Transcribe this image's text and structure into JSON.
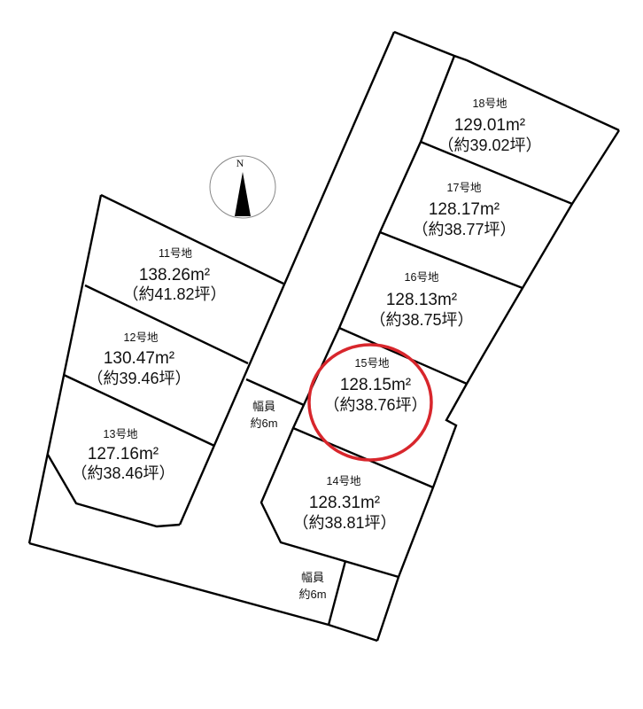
{
  "compass": {
    "label": "N"
  },
  "highlight_color": "#d8262c",
  "lots": [
    {
      "id": "18",
      "name": "18号地",
      "area": "129.01m²",
      "tsubo": "（約39.02坪）"
    },
    {
      "id": "17",
      "name": "17号地",
      "area": "128.17m²",
      "tsubo": "（約38.77坪）"
    },
    {
      "id": "16",
      "name": "16号地",
      "area": "128.13m²",
      "tsubo": "（約38.75坪）"
    },
    {
      "id": "15",
      "name": "15号地",
      "area": "128.15m²",
      "tsubo": "（約38.76坪）",
      "highlighted": true
    },
    {
      "id": "14",
      "name": "14号地",
      "area": "128.31m²",
      "tsubo": "（約38.81坪）"
    },
    {
      "id": "11",
      "name": "11号地",
      "area": "138.26m²",
      "tsubo": "（約41.82坪）"
    },
    {
      "id": "12",
      "name": "12号地",
      "area": "130.47m²",
      "tsubo": "（約39.46坪）"
    },
    {
      "id": "13",
      "name": "13号地",
      "area": "127.16m²",
      "tsubo": "（約38.46坪）"
    }
  ],
  "roads": [
    {
      "label": "幅員",
      "width": "約6m"
    },
    {
      "label": "幅員",
      "width": "約6m"
    }
  ]
}
